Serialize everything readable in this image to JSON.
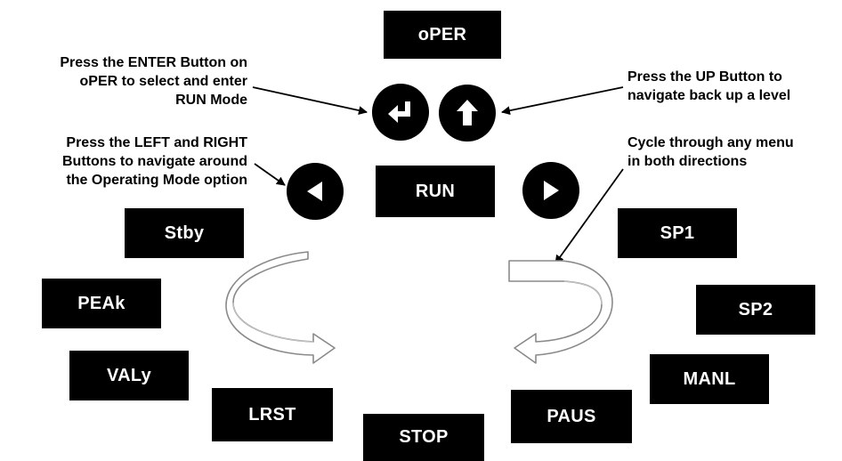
{
  "boxes": {
    "oper": "oPER",
    "run": "RUN",
    "stby": "Stby",
    "peak": "PEAk",
    "valy": "VALy",
    "lrst": "LRST",
    "stop": "STOP",
    "paus": "PAUS",
    "manl": "MANL",
    "sp2": "SP2",
    "sp1": "SP1"
  },
  "notes": {
    "enter": [
      "Press the ENTER Button on",
      "oPER to select and enter",
      "RUN Mode"
    ],
    "up": [
      "Press the UP Button to",
      "navigate back up a level"
    ],
    "left_right": [
      "Press the LEFT and RIGHT",
      "Buttons to navigate around",
      "the Operating Mode option"
    ],
    "cycle": [
      "Cycle through any menu",
      "in both directions"
    ]
  },
  "icons": {
    "enter": "enter-icon",
    "up": "up-arrow-icon",
    "left": "left-arrow-icon",
    "right": "right-arrow-icon"
  },
  "colors": {
    "box_fill": "#000000",
    "box_text": "#ffffff",
    "curl_fill": "#ffffff",
    "curl_stroke": "#8a8a8a"
  }
}
